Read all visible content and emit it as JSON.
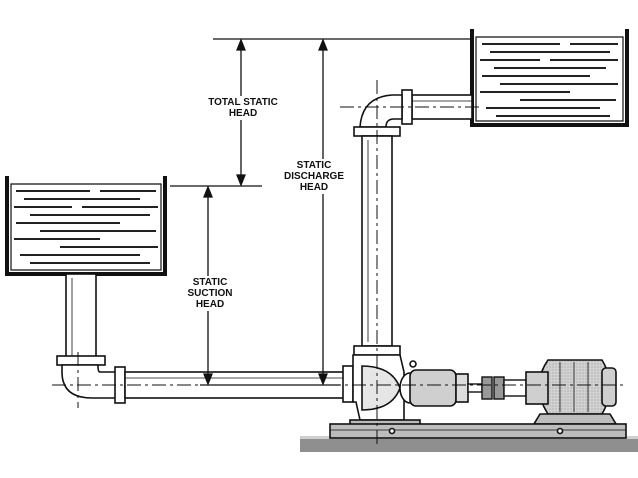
{
  "labels": {
    "total_static_head": [
      "TOTAL STATIC",
      "HEAD"
    ],
    "static_discharge_head": [
      "STATIC",
      "DISCHARGE",
      "HEAD"
    ],
    "static_suction_head": [
      "STATIC",
      "SUCTION",
      "HEAD"
    ]
  },
  "colors": {
    "ink": "#111111",
    "water_line": "#222222",
    "pump_fill": "#cfcfcf",
    "motor_fill": "#d6d6d6",
    "base_fill": "#bdbdbd",
    "floor_fill": "#9e9e9e"
  }
}
